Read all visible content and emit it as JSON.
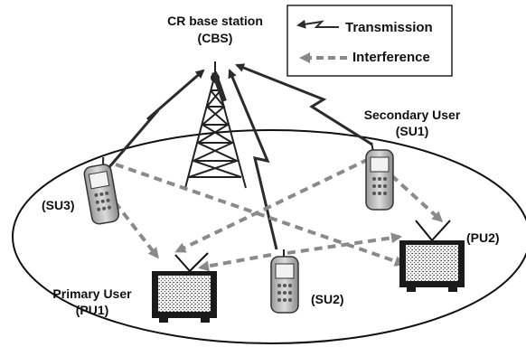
{
  "legend": {
    "transmission": "Transmission",
    "interference": "Interference"
  },
  "base_station": {
    "line1": "CR base station",
    "line2": "(CBS)"
  },
  "su1": {
    "line1": "Secondary User",
    "line2": "(SU1)"
  },
  "su2": {
    "label": "(SU2)"
  },
  "su3": {
    "label": "(SU3)"
  },
  "pu1": {
    "line1": "Primary  User",
    "line2": "(PU1)"
  },
  "pu2": {
    "label": "(PU2)"
  },
  "colors": {
    "transmission": "#2b2b2b",
    "interference": "#8a8a8a",
    "device_fill": "#c9c9c9",
    "screen": "#e6e6e6"
  }
}
